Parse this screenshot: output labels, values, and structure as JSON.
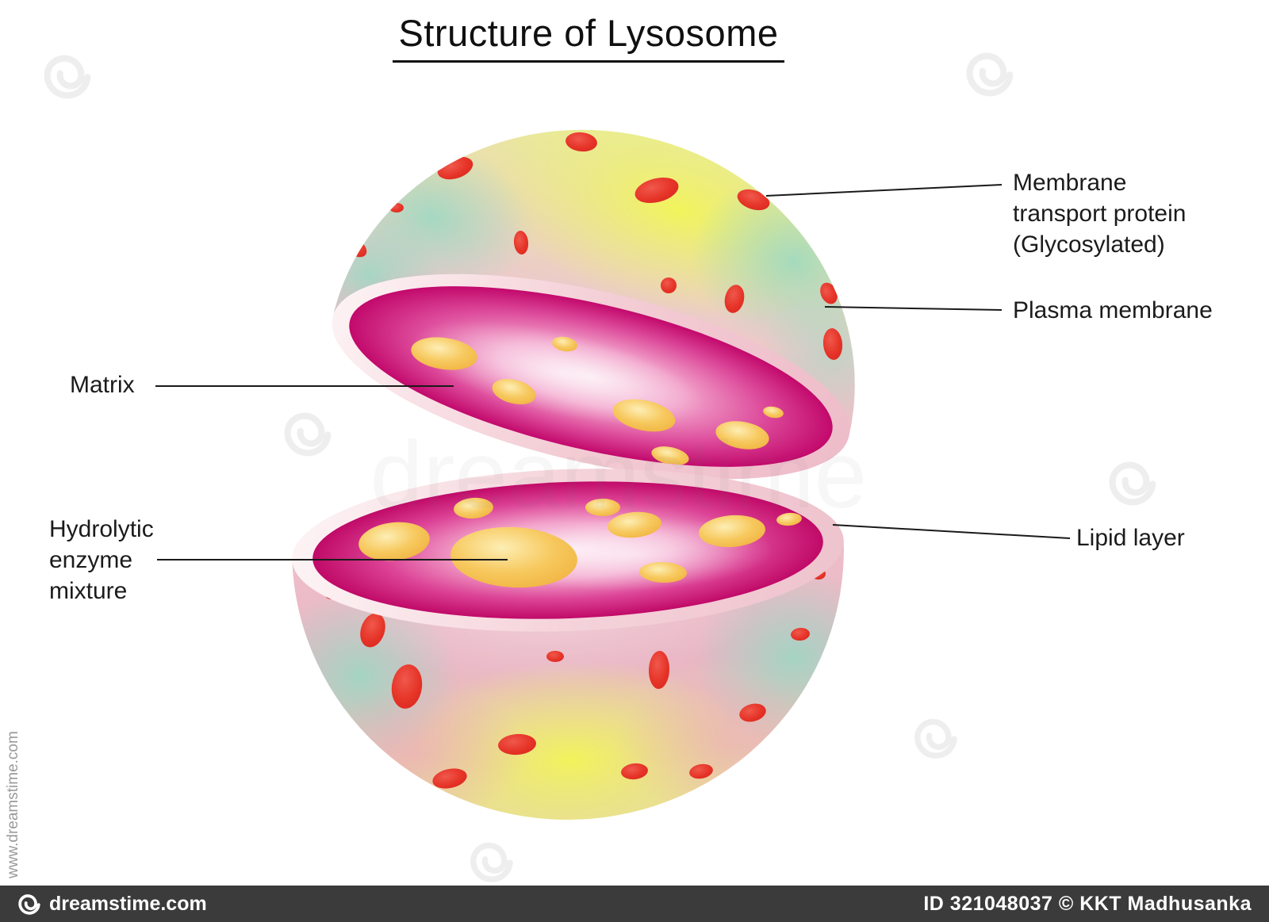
{
  "title": "Structure of Lysosome",
  "labels": {
    "membrane_protein": {
      "line1": "Membrane",
      "line2": "transport protein",
      "line3": "(Glycosylated)"
    },
    "plasma_membrane": "Plasma membrane",
    "matrix": "Matrix",
    "hydrolytic": {
      "line1": "Hydrolytic",
      "line2": "enzyme",
      "line3": "mixture"
    },
    "lipid_layer": "Lipid layer"
  },
  "watermark": {
    "brand": "dreamstime.com",
    "id_credit": "ID 321048037 © KKT Madhusanka",
    "vertical": "www.dreamstime.com",
    "center": "dreamstime"
  },
  "colors": {
    "membrane_protein_red": "#e63428",
    "matrix_magenta": "#c9086e",
    "enzyme_yellow": "#f3c156",
    "surface_yellow_green": "#e9ee7a",
    "surface_teal": "#a5dcca",
    "surface_pink": "#eab7c4",
    "watermark_bar": "#3b3b3b"
  }
}
